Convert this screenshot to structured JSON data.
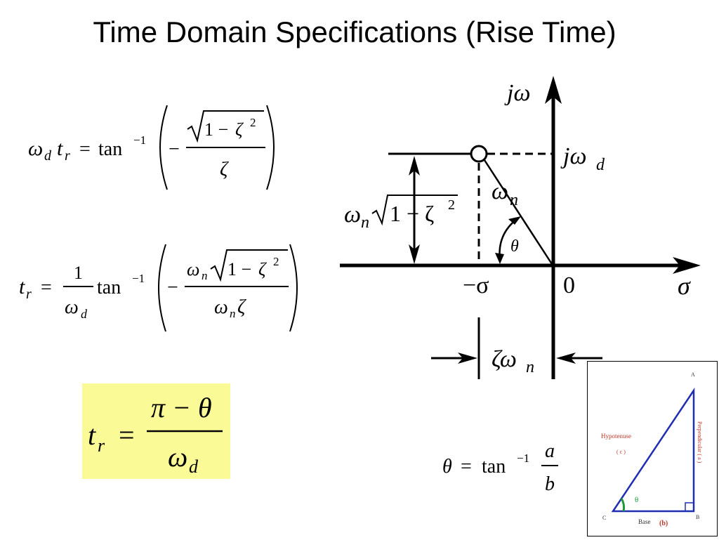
{
  "title": "Time Domain Specifications (Rise Time)",
  "equations": {
    "eq1": {
      "omega": "ω",
      "sub_d": "d",
      "t": "t",
      "sub_r": "r",
      "equals": "=",
      "tan": "tan",
      "sup_minus1": "−1",
      "minus": "−",
      "one_minus": "1 − ",
      "zeta": "ζ",
      "sup_2": "2"
    },
    "eq2": {
      "t": "t",
      "sub_r": "r",
      "equals": "=",
      "num_1": "1",
      "omega": "ω",
      "sub_d": "d",
      "tan": "tan",
      "sup_minus1": "−1",
      "minus": "−",
      "sub_n": "n",
      "one_minus": "1 − ",
      "zeta": "ζ",
      "sup_2": "2"
    },
    "eq3": {
      "t": "t",
      "sub_r": "r",
      "equals": "=",
      "pi_minus_theta": "π − θ",
      "omega": "ω",
      "sub_d": "d"
    },
    "eq4": {
      "theta": "θ",
      "equals": "=",
      "tan": "tan",
      "sup_minus1": "−1",
      "a": "a",
      "b": "b"
    }
  },
  "s_plane": {
    "j_omega_axis": "jω",
    "sigma_axis": "σ",
    "origin": "0",
    "minus_sigma": "−σ",
    "j_omega_d": "jω",
    "sub_d": "d",
    "omega_n": "ω",
    "sub_n": "n",
    "theta": "θ",
    "vertical_label_omega": "ω",
    "vertical_label_n": "n",
    "vertical_label_rest": "1 − ζ",
    "vertical_label_sup": "2",
    "zeta_omega_n": "ζω",
    "zeta_sub_n": "n"
  },
  "triangle_inset": {
    "label_hypotenuse": "Hypotenuse",
    "label_c": "( c )",
    "label_perpendicular": "Perpendicular ( a )",
    "label_base": "Base",
    "label_b_paren": "(b)",
    "vertex_a": "A",
    "vertex_b": "B",
    "vertex_c": "C",
    "theta": "θ",
    "colors": {
      "triangle": "#1f2fb0",
      "label": "#c0392b",
      "angle": "#1a9a3a"
    }
  },
  "highlight_color": "#fafa96"
}
